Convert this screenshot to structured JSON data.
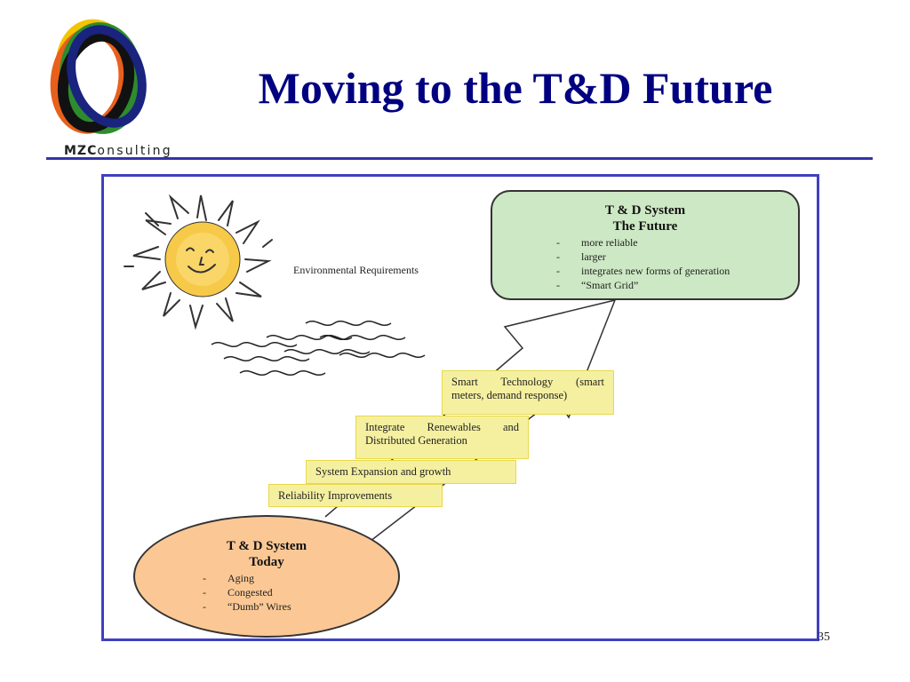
{
  "logo": {
    "brand_bold": "MZC",
    "brand_rest": "onsulting"
  },
  "title": "Moving to the T&D Future",
  "page_number": "35",
  "diagram": {
    "environment_label": "Environmental Requirements",
    "future": {
      "title_line1": "T & D System",
      "title_line2": "The Future",
      "items": [
        "more reliable",
        "larger",
        "integrates new forms of generation",
        "“Smart Grid”"
      ]
    },
    "today": {
      "title_line1": "T & D System",
      "title_line2": "Today",
      "items": [
        "Aging",
        "Congested",
        "“Dumb” Wires"
      ]
    },
    "steps": [
      {
        "line1": "Smart Technology (smart",
        "line2": "meters, demand response)"
      },
      {
        "line1": "Integrate Renewables and",
        "line2": "Distributed Generation"
      },
      {
        "line1": "System Expansion and growth"
      },
      {
        "line1": "Reliability Improvements"
      }
    ],
    "bullet_dash": "-"
  },
  "colors": {
    "title": "#000080",
    "frame": "#4040c0",
    "future_fill": "#cde8c4",
    "today_fill": "#fbc895",
    "step_fill": "#f5f0a0",
    "sun_fill": "#f7c948"
  }
}
